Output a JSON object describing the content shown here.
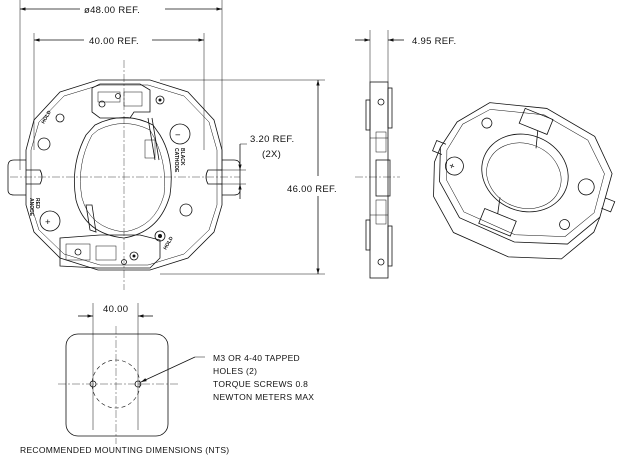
{
  "dimensions": {
    "overall_diameter": "ø48.00  REF.",
    "hole_spacing": "40.00  REF.",
    "slot_width": "3.20  REF.",
    "slot_qty": "(2X)",
    "height": "46.00  REF.",
    "thickness": "4.95  REF.",
    "mounting_spacing": "40.00"
  },
  "part_labels": {
    "black_cathode": [
      "BLACK",
      "CATHODE"
    ],
    "red_anode": [
      "RED",
      "ANODE"
    ],
    "plus_sign": "+",
    "minus_sign": "−",
    "hold_marks": [
      "HOLD",
      "HOLD"
    ]
  },
  "mounting_note": [
    "M3 OR 4-40 TAPPED",
    "HOLES (2)",
    "TORQUE SCREWS 0.8",
    "NEWTON METERS MAX"
  ],
  "caption": "RECOMMENDED  MOUNTING  DIMENSIONS   (NTS)"
}
